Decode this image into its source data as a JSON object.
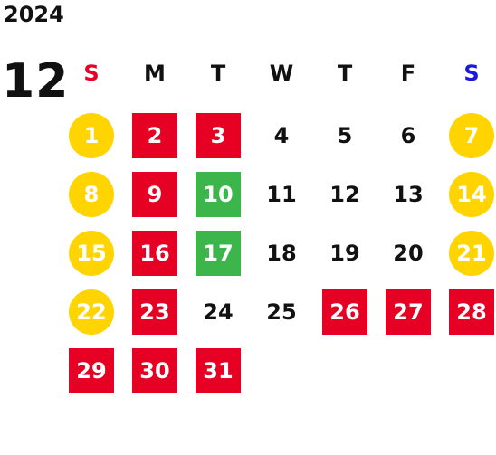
{
  "year": "2024",
  "month": "12",
  "colors": {
    "sunday_header": "#e60023",
    "saturday_header": "#1a1adb",
    "red_box": "#e60023",
    "green_box": "#3cb54a",
    "yellow_circle": "#ffd400"
  },
  "weekdays": [
    "S",
    "M",
    "T",
    "W",
    "T",
    "F",
    "S"
  ],
  "weeks": [
    [
      {
        "day": "1",
        "style": "weekend-circle"
      },
      {
        "day": "2",
        "style": "holiday-red"
      },
      {
        "day": "3",
        "style": "holiday-red"
      },
      {
        "day": "4",
        "style": "plain"
      },
      {
        "day": "5",
        "style": "plain"
      },
      {
        "day": "6",
        "style": "plain"
      },
      {
        "day": "7",
        "style": "weekend-circle"
      }
    ],
    [
      {
        "day": "8",
        "style": "weekend-circle"
      },
      {
        "day": "9",
        "style": "holiday-red"
      },
      {
        "day": "10",
        "style": "holiday-green"
      },
      {
        "day": "11",
        "style": "plain"
      },
      {
        "day": "12",
        "style": "plain"
      },
      {
        "day": "13",
        "style": "plain"
      },
      {
        "day": "14",
        "style": "weekend-circle"
      }
    ],
    [
      {
        "day": "15",
        "style": "weekend-circle"
      },
      {
        "day": "16",
        "style": "holiday-red"
      },
      {
        "day": "17",
        "style": "holiday-green"
      },
      {
        "day": "18",
        "style": "plain"
      },
      {
        "day": "19",
        "style": "plain"
      },
      {
        "day": "20",
        "style": "plain"
      },
      {
        "day": "21",
        "style": "weekend-circle"
      }
    ],
    [
      {
        "day": "22",
        "style": "weekend-circle"
      },
      {
        "day": "23",
        "style": "holiday-red"
      },
      {
        "day": "24",
        "style": "plain"
      },
      {
        "day": "25",
        "style": "plain"
      },
      {
        "day": "26",
        "style": "holiday-red"
      },
      {
        "day": "27",
        "style": "holiday-red"
      },
      {
        "day": "28",
        "style": "holiday-red"
      }
    ],
    [
      {
        "day": "29",
        "style": "holiday-red"
      },
      {
        "day": "30",
        "style": "holiday-red"
      },
      {
        "day": "31",
        "style": "holiday-red"
      }
    ]
  ]
}
